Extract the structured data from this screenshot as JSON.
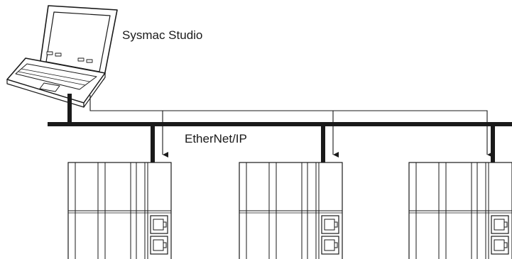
{
  "diagram": {
    "labels": {
      "software": "Sysmac Studio",
      "network": "EtherNet/IP"
    },
    "nodes": [
      {
        "id": "computer",
        "icon": "laptop-icon"
      },
      {
        "id": "controller-1",
        "icon": "plc-rack-icon"
      },
      {
        "id": "controller-2",
        "icon": "plc-rack-icon"
      },
      {
        "id": "controller-3",
        "icon": "plc-rack-icon"
      }
    ],
    "connections": [
      {
        "from": "computer",
        "to": "ethernet-bus",
        "kind": "network-drop"
      },
      {
        "from": "computer",
        "to": "controller-1",
        "kind": "communication-arrow"
      },
      {
        "from": "computer",
        "to": "controller-2",
        "kind": "communication-arrow"
      },
      {
        "from": "computer",
        "to": "controller-3",
        "kind": "communication-arrow"
      }
    ],
    "colors": {
      "stroke": "#1a1a1a",
      "background": "#ffffff"
    }
  }
}
